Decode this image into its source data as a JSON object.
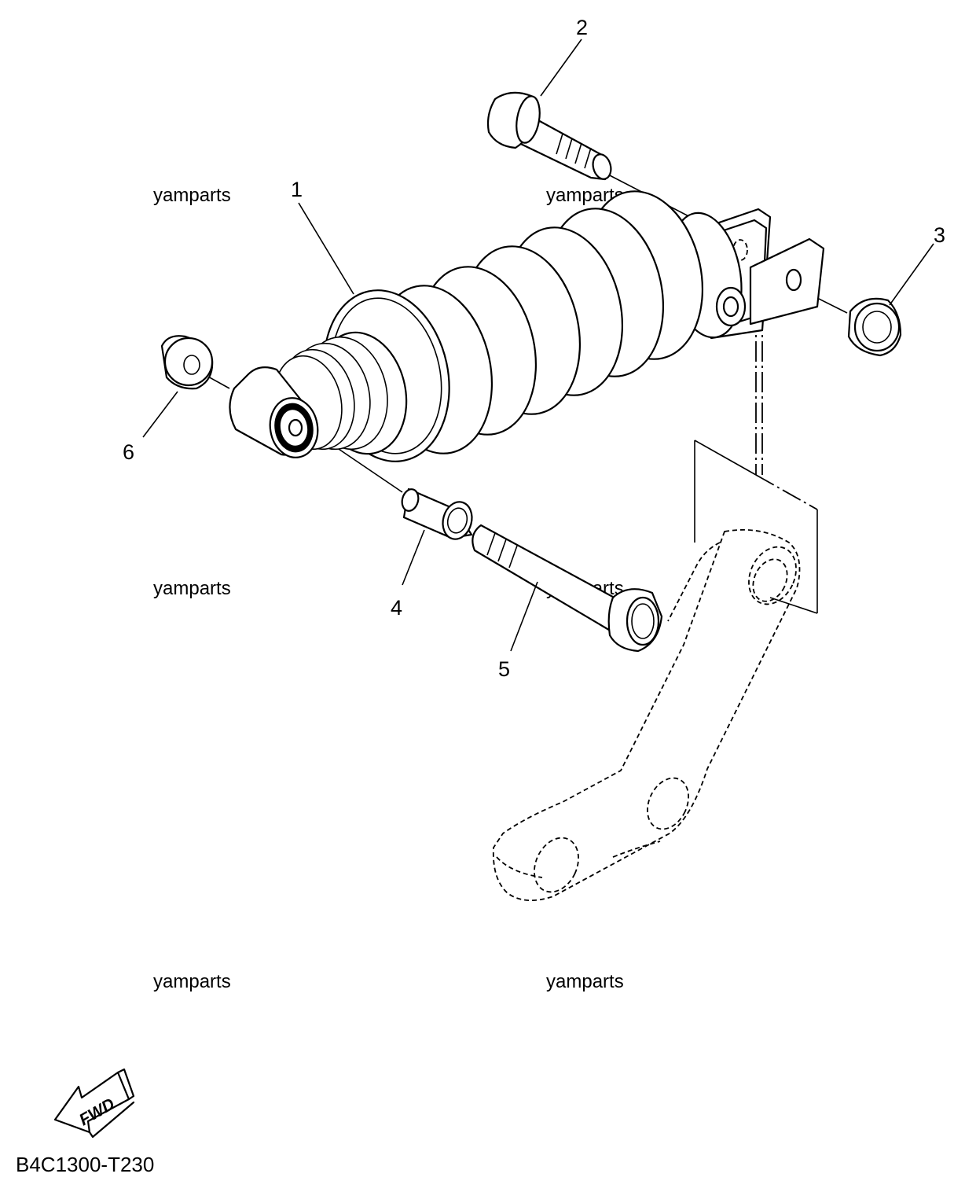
{
  "diagram": {
    "code": "B4C1300-T230",
    "fwd_label": "FWD",
    "watermark": "yamparts",
    "callouts": [
      "1",
      "2",
      "3",
      "4",
      "5",
      "6"
    ]
  }
}
